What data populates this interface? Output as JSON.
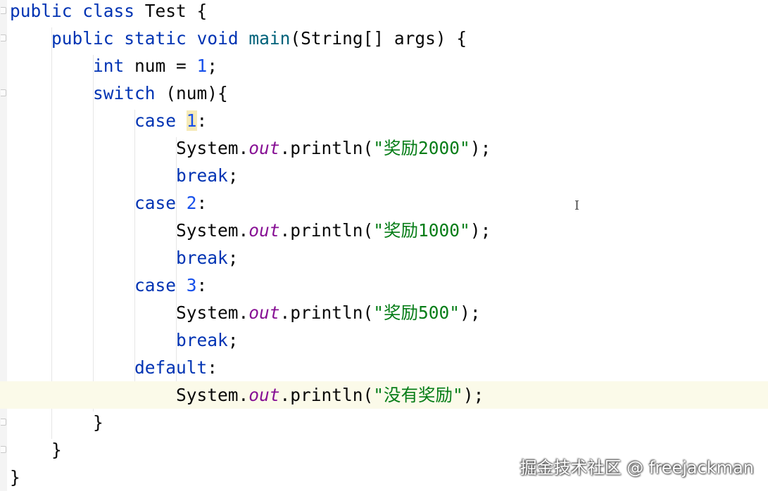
{
  "editor": {
    "lines": [
      {
        "indent": 0,
        "tokens": [
          {
            "t": "public",
            "c": "kw"
          },
          {
            "t": " ",
            "c": "pl"
          },
          {
            "t": "class",
            "c": "kw"
          },
          {
            "t": " Test {",
            "c": "pl"
          }
        ]
      },
      {
        "indent": 1,
        "tokens": [
          {
            "t": "public",
            "c": "kw"
          },
          {
            "t": " ",
            "c": "pl"
          },
          {
            "t": "static",
            "c": "kw"
          },
          {
            "t": " ",
            "c": "pl"
          },
          {
            "t": "void",
            "c": "kw"
          },
          {
            "t": " ",
            "c": "pl"
          },
          {
            "t": "main",
            "c": "fn"
          },
          {
            "t": "(String[] args) {",
            "c": "pl"
          }
        ]
      },
      {
        "indent": 2,
        "tokens": [
          {
            "t": "int",
            "c": "kw"
          },
          {
            "t": " num = ",
            "c": "pl"
          },
          {
            "t": "1",
            "c": "num"
          },
          {
            "t": ";",
            "c": "pl"
          }
        ]
      },
      {
        "indent": 2,
        "tokens": [
          {
            "t": "switch",
            "c": "kw"
          },
          {
            "t": " (num){",
            "c": "pl"
          }
        ]
      },
      {
        "indent": 3,
        "tokens": [
          {
            "t": "case",
            "c": "kw"
          },
          {
            "t": " ",
            "c": "pl"
          },
          {
            "t": "1",
            "c": "num hl"
          },
          {
            "t": ":",
            "c": "pl"
          }
        ]
      },
      {
        "indent": 4,
        "tokens": [
          {
            "t": "System.",
            "c": "pl"
          },
          {
            "t": "out",
            "c": "fld"
          },
          {
            "t": ".println(",
            "c": "pl"
          },
          {
            "t": "\"奖励2000\"",
            "c": "str"
          },
          {
            "t": ");",
            "c": "pl"
          }
        ]
      },
      {
        "indent": 4,
        "tokens": [
          {
            "t": "break",
            "c": "kw"
          },
          {
            "t": ";",
            "c": "pl"
          }
        ]
      },
      {
        "indent": 3,
        "tokens": [
          {
            "t": "case",
            "c": "kw"
          },
          {
            "t": " ",
            "c": "pl"
          },
          {
            "t": "2",
            "c": "num"
          },
          {
            "t": ":",
            "c": "pl"
          }
        ]
      },
      {
        "indent": 4,
        "tokens": [
          {
            "t": "System.",
            "c": "pl"
          },
          {
            "t": "out",
            "c": "fld"
          },
          {
            "t": ".println(",
            "c": "pl"
          },
          {
            "t": "\"奖励1000\"",
            "c": "str"
          },
          {
            "t": ");",
            "c": "pl"
          }
        ]
      },
      {
        "indent": 4,
        "tokens": [
          {
            "t": "break",
            "c": "kw"
          },
          {
            "t": ";",
            "c": "pl"
          }
        ]
      },
      {
        "indent": 3,
        "tokens": [
          {
            "t": "case",
            "c": "kw"
          },
          {
            "t": " ",
            "c": "pl"
          },
          {
            "t": "3",
            "c": "num"
          },
          {
            "t": ":",
            "c": "pl"
          }
        ]
      },
      {
        "indent": 4,
        "tokens": [
          {
            "t": "System.",
            "c": "pl"
          },
          {
            "t": "out",
            "c": "fld"
          },
          {
            "t": ".println(",
            "c": "pl"
          },
          {
            "t": "\"奖励500\"",
            "c": "str"
          },
          {
            "t": ");",
            "c": "pl"
          }
        ]
      },
      {
        "indent": 4,
        "tokens": [
          {
            "t": "break",
            "c": "kw"
          },
          {
            "t": ";",
            "c": "pl"
          }
        ]
      },
      {
        "indent": 3,
        "tokens": [
          {
            "t": "default",
            "c": "kw"
          },
          {
            "t": ":",
            "c": "pl"
          }
        ]
      },
      {
        "indent": 4,
        "current": true,
        "tokens": [
          {
            "t": "System.",
            "c": "pl"
          },
          {
            "t": "out",
            "c": "fld"
          },
          {
            "t": ".println(",
            "c": "pl"
          },
          {
            "t": "\"没有奖励\"",
            "c": "str"
          },
          {
            "t": ");",
            "c": "pl"
          }
        ]
      },
      {
        "indent": 2,
        "tokens": [
          {
            "t": "}",
            "c": "pl"
          }
        ]
      },
      {
        "indent": 1,
        "tokens": [
          {
            "t": "}",
            "c": "pl"
          }
        ]
      },
      {
        "indent": 0,
        "tokens": [
          {
            "t": "}",
            "c": "pl"
          }
        ]
      }
    ],
    "caret_glyph": "I"
  },
  "watermark": {
    "text": "掘金技术社区 @ freejackman"
  },
  "colors": {
    "keyword": "#0033b3",
    "method": "#00627a",
    "number": "#1750eb",
    "field": "#871094",
    "string": "#067d17",
    "plain": "#080808",
    "current_line": "#fbfae9",
    "match_highlight": "#f5eab8"
  }
}
